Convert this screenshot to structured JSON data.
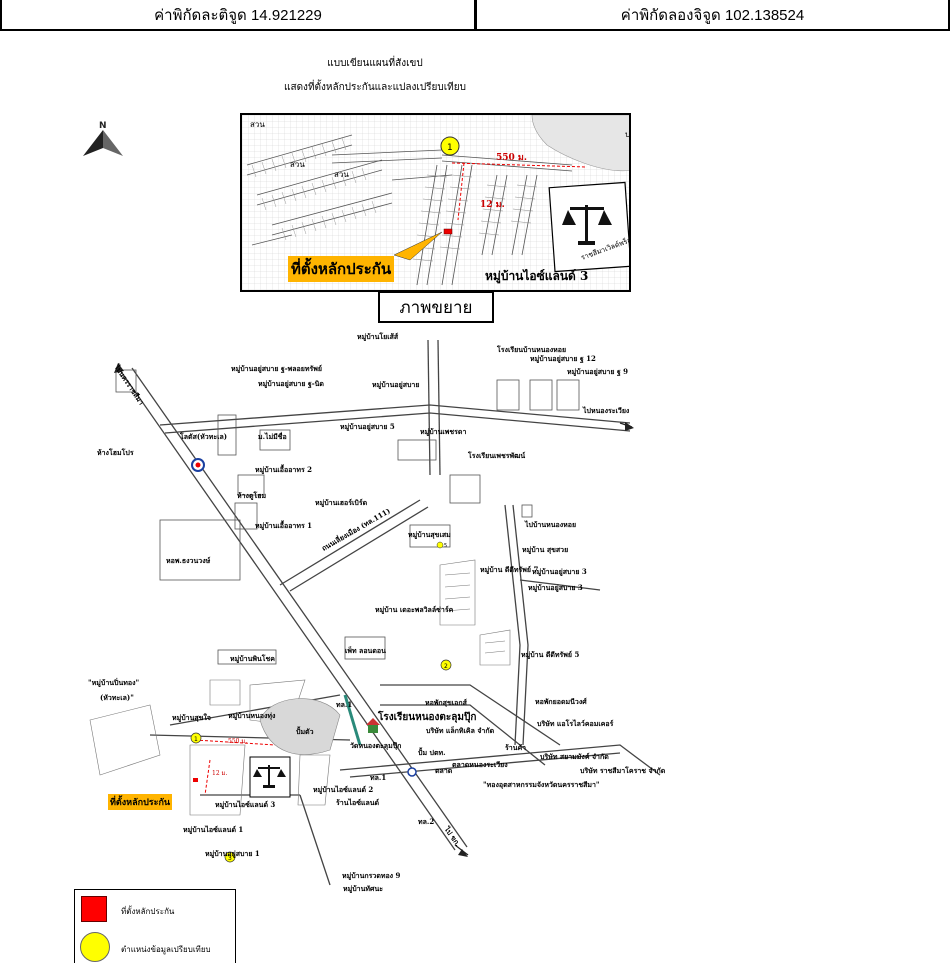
{
  "header": {
    "latitude_label": "ค่าพิกัดละติจูด 14.921229",
    "longitude_label": "ค่าพิกัดลองจิจูด 102.138524"
  },
  "title": {
    "line1": "แบบเขียนแผนที่สังเขป",
    "line2": "แสดงที่ตั้งหลักประกันและแปลงเปรียบเทียบ"
  },
  "north_arrow": {
    "label": "N",
    "icon": "north-arrow-icon"
  },
  "inset": {
    "caption": "ภาพขยาย",
    "distance_label": "550 ม.",
    "road_width_label": "12 ม.",
    "collateral_tag": "ที่ตั้งหลักประกัน",
    "village_label": "หมู่บ้านไอซ์แลนด์ 3",
    "building_label": "ราชสีมาเวิลด์พร็อพเพอร์ตี้",
    "marker_number": "1",
    "road_labels": [
      "สวน",
      "สวน",
      "สวน"
    ],
    "edge_label": "ป"
  },
  "map": {
    "labels": [
      "หมู่บ้านโยเส้ส์",
      "โรงเรียนบ้านหนองหอย",
      "หมู่บ้านอยู่สบาย ฐ 12",
      "หมู่บ้านอยู่สบาย ฐ 9",
      "หมู่บ้านอยู่สบาย ฐ-พลอยทรัพย์",
      "หมู่บ้านอยู่สบาย ฐ-นิด",
      "หมู่บ้านอยู่สบาย",
      "ไปหนองระเวียง",
      "ไปนครราชสีมา",
      "ห้างโฮมโปร",
      "โลตัส(หัวทะเล)",
      "ม.ไม่มีชื่อ",
      "หมู่บ้านอยู่สบาย 5",
      "หมู่บ้านเพชรดา",
      "โรงเรียนเพชรพัฒน์",
      "หมู่บ้านเอื้ออาทร 2",
      "ห้างดูโฮม",
      "หมู่บ้านเฮอร์เบิร์ด",
      "หมู่บ้านเอื้ออาทร 1",
      "ถนนเลี่ยงเมือง (ทล.111)",
      "หอพ.ธงวนวงษ์",
      "หมู่บ้านสุขเสม",
      "ไปบ้านหนองหอย",
      "หมู่บ้าน สุขสวย",
      "หมู่บ้าน ดีดีทรัพย์ 7",
      "หมู่บ้านอยู่สบาย 3",
      "หมู่บ้านอยู่สบาย 3",
      "หมู่บ้าน เดอะพลวิลล์ซ่าร์ค",
      "หมู่บ้าน ดีดีทรัพย์ 5",
      "หมู่บ้านพินโชค",
      "เพ็ท ลอนดอน",
      "\"หมู่บ้านปิ่นทอง\"",
      "(หัวทะเล)\"",
      "หมู่บ้านสุขใจ",
      "หมู่บ้านหนองทุ่ง",
      "ปั้มตัว",
      "ทล.1",
      "โรงเรียนหนองตะลุมปุ๊ก",
      "หอพักสุขเอกส์",
      "หอพักยอดมนีวงศ์",
      "บริษัท แอโรไลว์คอมเคอร์",
      "วัดหนองตะลุมปุ๊ก",
      "บริษัท แล็กทิเคิล จำกัด",
      "บริษัท สยามมังค์ จำกัด",
      "ปั้ม ปตท.",
      "ตลาดหนองระเวียง",
      "บริษัท ราชสีมาโคราช จำกัด",
      "ทล.1",
      "ที่ตั้งหลักประกัน",
      "หมู่บ้านไอซ์แลนด์ 3",
      "หมู่บ้านไอซ์แลนด์ 2",
      "ร้านไอซ์แลนด์",
      "หมู่บ้านไอซ์แลนด์ 1",
      "หมู่บ้านอยู่สบาย 1",
      "ทล.2",
      "\"ทองอุตสาหกรรมจังหวัดนครราชสีมา\"",
      "ไป ขก.",
      "หมู่บ้านกรวดทอง 9",
      "หมู่บ้านทัศนะ",
      "ตลาด",
      "ร้านค้า"
    ],
    "marker_numbers": [
      "1",
      "2",
      "3",
      "5"
    ],
    "distance_label": "550 ม.",
    "road_width_label": "12 ม."
  },
  "legend": {
    "collateral": "ที่ตั้งหลักประกัน",
    "comparison": "ตำแหน่งข้อมูลเปรียบเทียบ",
    "collateral_color": "#ff0000",
    "comparison_color": "#ffff00"
  }
}
